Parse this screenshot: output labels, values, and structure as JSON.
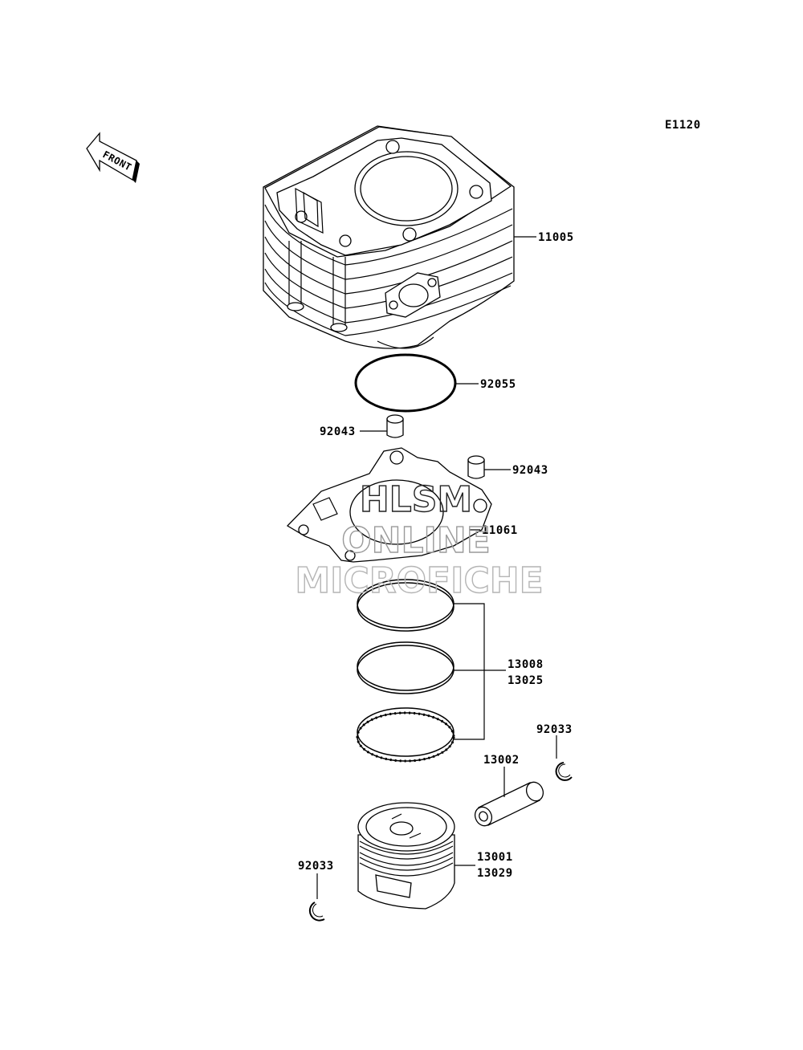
{
  "diagram": {
    "code": "E1120",
    "front_label": "FRONT",
    "callouts": {
      "cylinder": "11005",
      "o_ring": "92055",
      "dowel_left": "92043",
      "dowel_right": "92043",
      "gasket": "11061",
      "rings_a": "13008",
      "rings_b": "13025",
      "clip_right": "92033",
      "pin": "13002",
      "piston_a": "13001",
      "piston_b": "13029",
      "clip_left": "92033"
    }
  },
  "watermark": {
    "line1": "HLSM",
    "line2": "ONLINE",
    "line3": "MICROFICHE"
  }
}
